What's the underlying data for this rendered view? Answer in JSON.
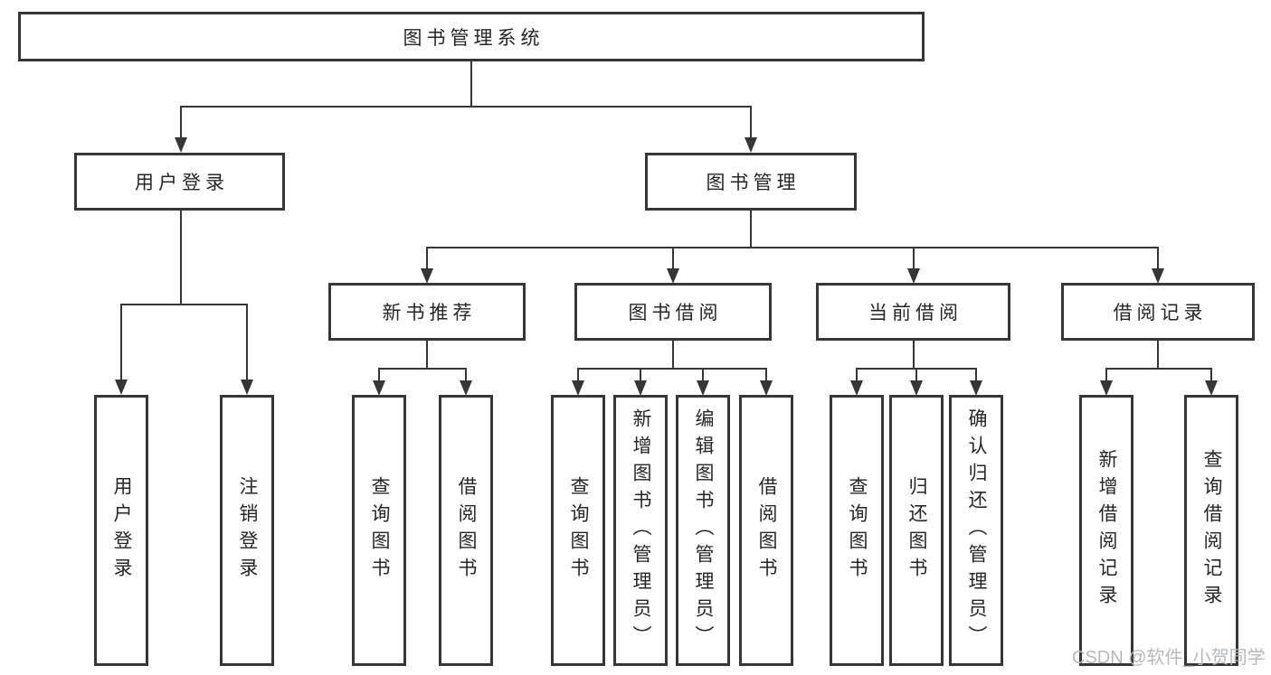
{
  "nodes": {
    "root": {
      "label": "图书管理系统"
    },
    "user_login": {
      "label": "用户登录"
    },
    "book_management": {
      "label": "图书管理"
    },
    "new_book_recommend": {
      "label": "新书推荐"
    },
    "book_borrow": {
      "label": "图书借阅"
    },
    "current_borrow": {
      "label": "当前借阅"
    },
    "borrow_records": {
      "label": "借阅记录"
    },
    "leaf_user_login": {
      "label": "用户登录"
    },
    "leaf_logout": {
      "label": "注销登录"
    },
    "leaf_rec_query_books": {
      "label": "查询图书"
    },
    "leaf_rec_borrow_books": {
      "label": "借阅图书"
    },
    "leaf_bb_query_books": {
      "label": "查询图书"
    },
    "leaf_bb_add_books": {
      "label": "新增图书（管理员）"
    },
    "leaf_bb_edit_books": {
      "label": "编辑图书（管理员）"
    },
    "leaf_bb_borrow_books": {
      "label": "借阅图书"
    },
    "leaf_cb_query_books": {
      "label": "查询图书"
    },
    "leaf_cb_return_books": {
      "label": "归还图书"
    },
    "leaf_cb_confirm_return": {
      "label": "确认归还（管理员）"
    },
    "leaf_br_add_record": {
      "label": "新增借阅记录"
    },
    "leaf_br_query_record": {
      "label": "查询借阅记录"
    }
  },
  "watermark": {
    "text": "CSDN @软件_小贺同学"
  },
  "colors": {
    "line": "#363636",
    "box_border": "#363636",
    "text": "#262626",
    "watermark": "#b3b9c0",
    "background": "#ffffff"
  }
}
